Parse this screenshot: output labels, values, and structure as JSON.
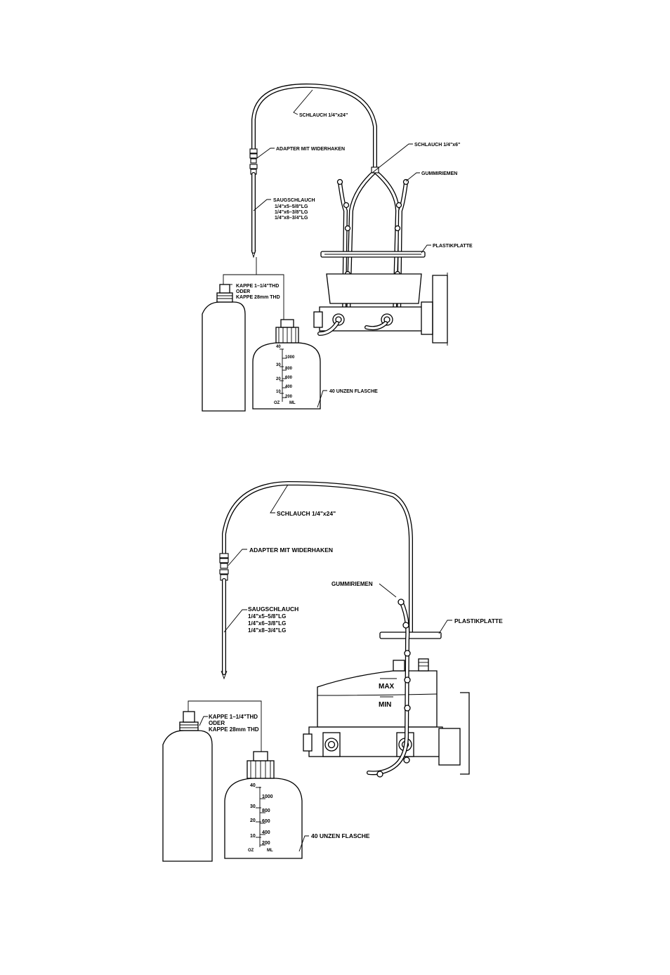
{
  "diagrams": {
    "top": {
      "hose_long": "SCHLAUCH 1/4\"x24\"",
      "hose_short": "SCHLAUCH 1/4\"x6\"",
      "barb_adapter": "ADAPTER MIT WIDERHAKEN",
      "rubber_strap": "GUMMIRIEMEN",
      "suction_hose": {
        "title": "SAUGSCHLAUCH",
        "sizes": [
          "1/4\"x5–5/8\"LG",
          "1/4\"x6–3/8\"LG",
          "1/4\"x8–3/4\"LG"
        ]
      },
      "plastic_plate": "PLASTIKPLATTE",
      "cap": [
        "KAPPE 1–1/4\"THD",
        "ODER",
        "KAPPE 28mm  THD"
      ],
      "bottle_label": "40 UNZEN FLASCHE",
      "scale": {
        "oz": [
          "40",
          "30",
          "20",
          "10"
        ],
        "ml": [
          "1000",
          "800",
          "600",
          "400",
          "200"
        ],
        "oz_unit": "OZ",
        "ml_unit": "ML"
      }
    },
    "bottom": {
      "hose_long": "SCHLAUCH 1/4\"x24\"",
      "barb_adapter": "ADAPTER MIT WIDERHAKEN",
      "rubber_strap": "GUMMIRIEMEN",
      "suction_hose": {
        "title": "SAUGSCHLAUCH",
        "sizes": [
          "1/4\"x5–5/8\"LG",
          "1/4\"x6–3/8\"LG",
          "1/4\"x8–3/4\"LG"
        ]
      },
      "plastic_plate": "PLASTIKPLATTE",
      "reservoir_max": "MAX",
      "reservoir_min": "MIN",
      "cap": [
        "KAPPE 1–1/4\"THD",
        "ODER",
        "KAPPE 28mm  THD"
      ],
      "bottle_label": "40 UNZEN FLASCHE",
      "scale": {
        "oz": [
          "40",
          "30",
          "20",
          "10"
        ],
        "ml": [
          "1000",
          "800",
          "600",
          "400",
          "200"
        ],
        "oz_unit": "OZ",
        "ml_unit": "ML"
      }
    }
  }
}
